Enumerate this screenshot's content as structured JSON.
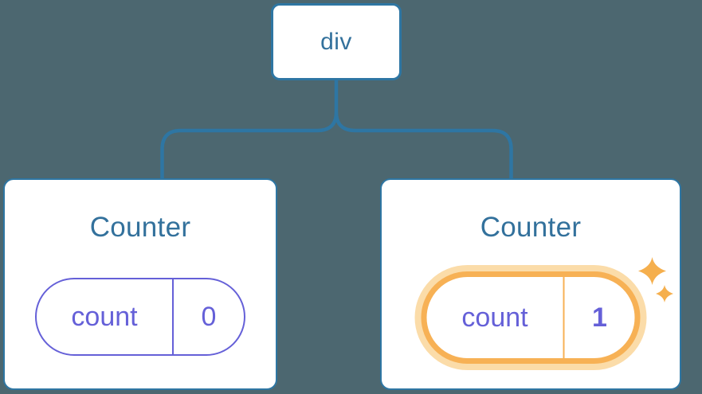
{
  "tree": {
    "root": {
      "label": "div"
    },
    "children": [
      {
        "title": "Counter",
        "state_key": "count",
        "state_value": "0",
        "highlighted": false
      },
      {
        "title": "Counter",
        "state_key": "count",
        "state_value": "1",
        "highlighted": true
      }
    ]
  },
  "icons": {
    "sparkle_large": "sparkle-icon",
    "sparkle_small": "sparkle-icon"
  },
  "colors": {
    "background": "#4C6770",
    "line_blue": "#2E76A3",
    "text_blue": "#33719C",
    "state_purple": "#6560D8",
    "highlight_orange": "#F7B155",
    "highlight_halo": "#FBDCA9",
    "sparkle_orange": "#F5AF4D",
    "card_bg": "#FFFFFF"
  }
}
